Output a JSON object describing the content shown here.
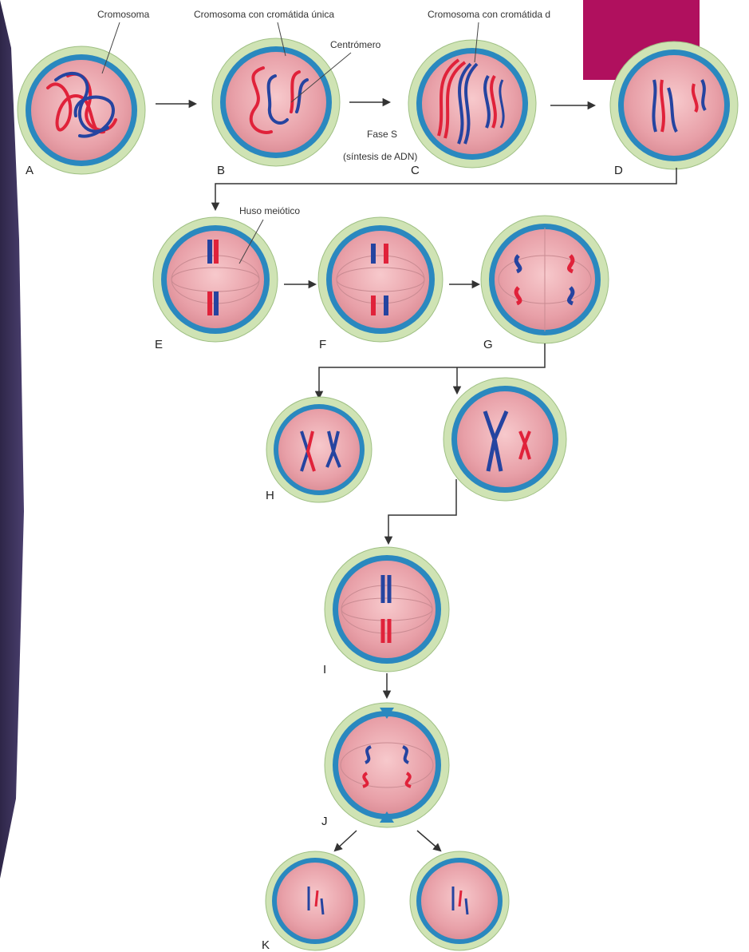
{
  "labels": {
    "cromosoma": "Cromosoma",
    "cromatida_unica": "Cromosoma con cromátida única",
    "cromatida_doble": "Cromosoma con cromátida d",
    "centromero": "Centrómero",
    "fase_s_line1": "Fase S",
    "fase_s_line2": "(síntesis de ADN)",
    "huso": "Huso meiótico"
  },
  "stages": [
    "A",
    "B",
    "C",
    "D",
    "E",
    "F",
    "G",
    "H",
    "I",
    "J",
    "K"
  ],
  "colors": {
    "cell_outer": "#cfe3b4",
    "cell_ring": "#2a88bf",
    "cytoplasm": "#e8a3ac",
    "nucleus": "#f0b8b8",
    "chromosome_red": "#e0223a",
    "chromosome_blue": "#2544a0",
    "slide_bar": "#3a3058",
    "accent_box": "#b0105e"
  }
}
